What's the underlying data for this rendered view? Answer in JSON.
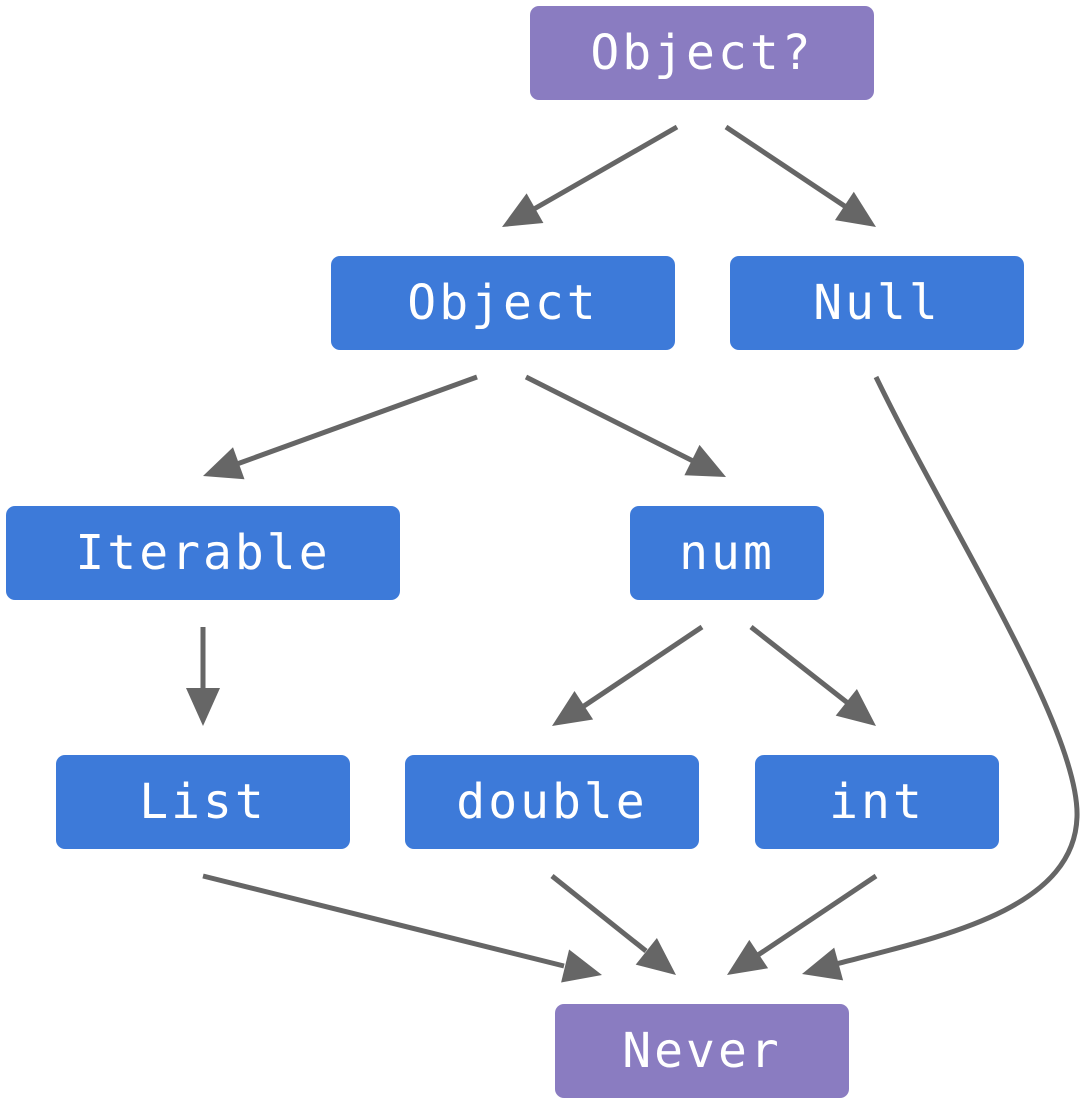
{
  "diagram": {
    "colors": {
      "root_node": "#8a7cc1",
      "type_node": "#3d7ad9",
      "arrow": "#666666"
    },
    "nodes": {
      "object_nullable": "Object?",
      "object": "Object",
      "null_type": "Null",
      "iterable": "Iterable",
      "num": "num",
      "list": "List",
      "double": "double",
      "int": "int",
      "never": "Never"
    },
    "edges": [
      {
        "from": "object_nullable",
        "to": "object"
      },
      {
        "from": "object_nullable",
        "to": "null_type"
      },
      {
        "from": "object",
        "to": "iterable"
      },
      {
        "from": "object",
        "to": "num"
      },
      {
        "from": "null_type",
        "to": "never"
      },
      {
        "from": "iterable",
        "to": "list"
      },
      {
        "from": "num",
        "to": "double"
      },
      {
        "from": "num",
        "to": "int"
      },
      {
        "from": "list",
        "to": "never"
      },
      {
        "from": "double",
        "to": "never"
      },
      {
        "from": "int",
        "to": "never"
      }
    ]
  }
}
